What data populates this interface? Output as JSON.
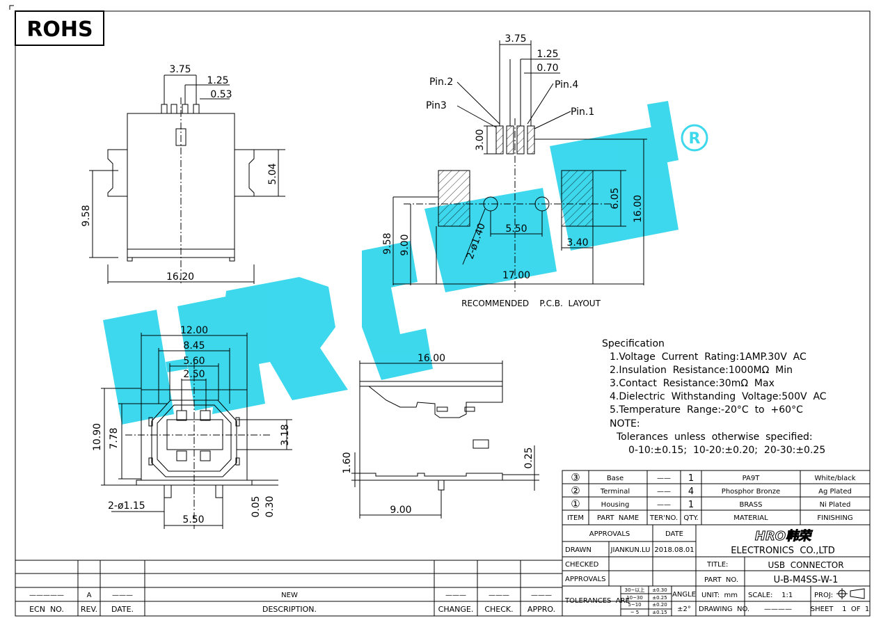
{
  "badge": "ROHS",
  "watermark": {
    "text": "HRO",
    "color": "#33d6ec"
  },
  "top_view": {
    "d_375": "3.75",
    "d_125": "1.25",
    "d_053": "0.53",
    "d_504": "5.04",
    "d_958": "9.58",
    "d_1620": "16.20"
  },
  "pcb": {
    "d_375": "3.75",
    "d_125": "1.25",
    "d_070": "0.70",
    "pin2": "Pin.2",
    "pin4": "Pin.4",
    "pin3": "Pin3",
    "pin1": "Pin.1",
    "d_300": "3.00",
    "d_605": "6.05",
    "d_1600": "16.00",
    "d_958": "9.58",
    "d_900": "9.00",
    "d_hole": "2-ø1.40",
    "d_550": "5.50",
    "d_340": "3.40",
    "d_1700": "17.00",
    "caption": "RECOMMENDED    P.C.B.  LAYOUT"
  },
  "front_view": {
    "d_1200": "12.00",
    "d_845": "8.45",
    "d_560": "5.60",
    "d_250": "2.50",
    "d_1090": "10.90",
    "d_778": "7.78",
    "d_318": "3.18",
    "d_005": "0.05",
    "d_030": "0.30",
    "d_hole": "2-ø1.15",
    "d_550": "5.50"
  },
  "side_view": {
    "d_1600": "16.00",
    "d_160": "1.60",
    "d_025": "0.25",
    "d_900": "9.00"
  },
  "specification": {
    "title": "Specification",
    "lines": [
      "1.Voltage  Current  Rating:1AMP.30V  AC",
      "2.Insulation  Resistance:1000MΩ  Min",
      "3.Contact  Resistance:30mΩ  Max",
      "4.Dielectric  Withstanding  Voltage:500V  AC",
      "5.Temperature  Range:-20°C  to  +60°C"
    ],
    "note": "NOTE:",
    "tol_title": "Tolerances  unless  otherwise  specified:",
    "tol_values": "0-10:±0.15;  10-20:±0.20;  20-30:±0.25"
  },
  "bom": {
    "rows": [
      {
        "item": "③",
        "name": "Base",
        "ter": "——",
        "qty": "1",
        "material": "PA9T",
        "finishing": "White/black"
      },
      {
        "item": "②",
        "name": "Terminal",
        "ter": "——",
        "qty": "4",
        "material": "Phosphor Bronze",
        "finishing": "Ag Plated"
      },
      {
        "item": "①",
        "name": "Housing",
        "ter": "——",
        "qty": "1",
        "material": "BRASS",
        "finishing": "Ni Plated"
      }
    ],
    "header": {
      "item": "ITEM",
      "name": "PART  NAME",
      "ter": "TER'NO.",
      "qty": "QTY.",
      "material": "MATERIAL",
      "finishing": "FINISHING"
    }
  },
  "title_block": {
    "approvals": "APPROVALS",
    "date": "DATE",
    "drawn": "DRAWN",
    "drawn_by": "JIANKUN.LU",
    "drawn_date": "2018.08.01",
    "checked": "CHECKED",
    "approvals2": "APPROVALS",
    "tolerances": "TOLERANCES  ARE",
    "tol_rows": [
      {
        "r": "30~以上",
        "v": "±0.30"
      },
      {
        "r": "10~30",
        "v": "±0.25"
      },
      {
        "r": "5~10",
        "v": "±0.20"
      },
      {
        "r": "~ 5",
        "v": "±0.15"
      }
    ],
    "angle": "ANGLE",
    "angle_val": "±2°",
    "company_logo": "HRO韩荣",
    "company": "ELECTRONICS  CO.,LTD",
    "title_label": "TITLE:",
    "title": "USB  CONNECTOR",
    "part_no_label": "PART  NO.",
    "part_no": "U-B-M4SS-W-1",
    "unit": "UNIT:  mm",
    "scale": "SCALE:    1:1",
    "proj": "PROJ:",
    "drawing_no": "DRAWING  NO.",
    "drawing_no_val": "————",
    "sheet": "SHEET    1  OF  1"
  },
  "rev_block": {
    "ecn": "ECN  NO.",
    "rev": "REV.",
    "date": "DATE.",
    "desc": "DESCRIPTION.",
    "change": "CHANGE.",
    "check": "CHECK.",
    "appro": "APPRO.",
    "row": {
      "ecn": "—————",
      "rev": "A",
      "date": "———",
      "desc": "NEW",
      "change": "———",
      "check": "———",
      "appro": "———"
    }
  }
}
